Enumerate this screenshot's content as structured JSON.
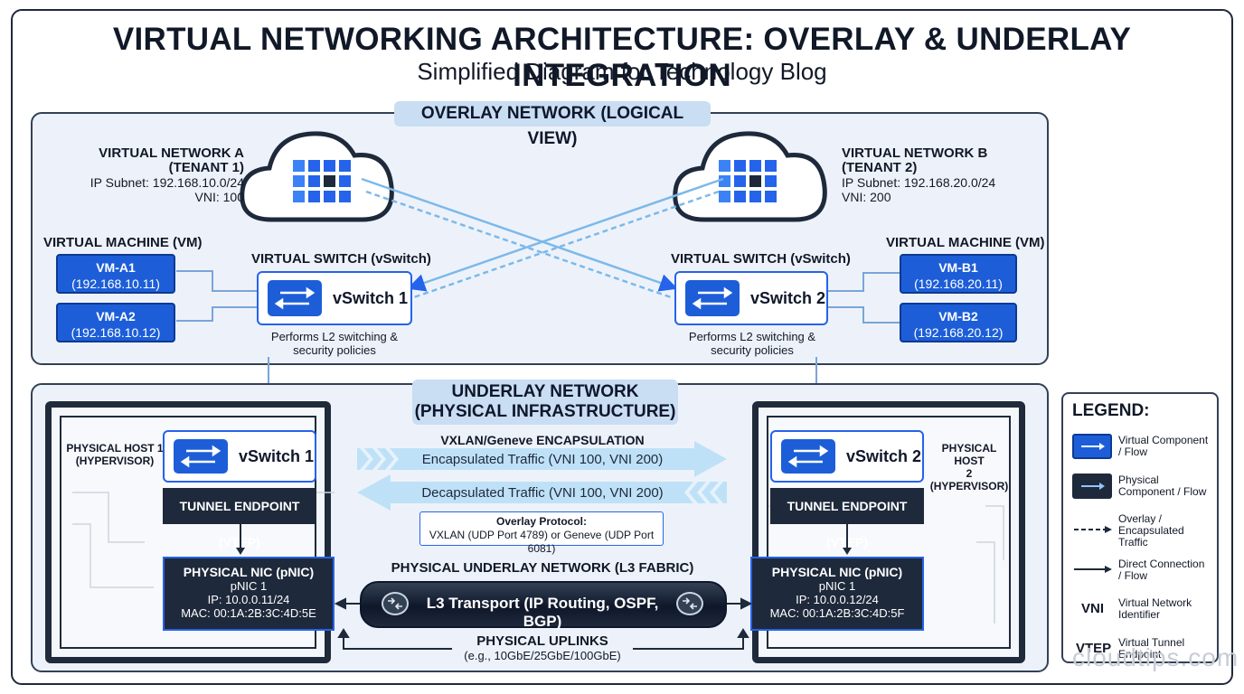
{
  "title": "VIRTUAL NETWORKING ARCHITECTURE: OVERLAY & UNDERLAY INTEGRATION",
  "subtitle": "Simplified Diagram for Technology Blog",
  "overlay": {
    "label": "OVERLAY NETWORK (LOGICAL VIEW)",
    "network_a": {
      "name": "VIRTUAL NETWORK A",
      "tenant": "(TENANT 1)",
      "subnet": "IP Subnet: 192.168.10.0/24",
      "vni": "VNI: 100"
    },
    "network_b": {
      "name": "VIRTUAL NETWORK B",
      "tenant": "(TENANT 2)",
      "subnet": "IP Subnet: 192.168.20.0/24",
      "vni": "VNI: 200"
    },
    "vm_label_left": "VIRTUAL MACHINE (VM)",
    "vm_label_right": "VIRTUAL MACHINE (VM)",
    "vms": [
      {
        "name": "VM-A1",
        "ip": "(192.168.10.11)"
      },
      {
        "name": "VM-A2",
        "ip": "(192.168.10.12)"
      },
      {
        "name": "VM-B1",
        "ip": "(192.168.20.11)"
      },
      {
        "name": "VM-B2",
        "ip": "(192.168.20.12)"
      }
    ],
    "vswitch_label": "VIRTUAL SWITCH (vSwitch)",
    "vswitch1": "vSwitch 1",
    "vswitch2": "vSwitch 2",
    "vswitch_desc_1": "Performs L2 switching &",
    "vswitch_desc_2": "security policies"
  },
  "underlay": {
    "label_1": "UNDERLAY NETWORK",
    "label_2": "(PHYSICAL INFRASTRUCTURE)",
    "host1": {
      "name_1": "PHYSICAL HOST 1",
      "name_2": "(HYPERVISOR)",
      "vswitch": "vSwitch 1",
      "vtep": "TUNNEL ENDPOINT (VTEP)",
      "nic_title": "PHYSICAL NIC (pNIC)",
      "nic_id": "pNIC 1",
      "ip": "IP: 10.0.0.11/24",
      "mac": "MAC: 00:1A:2B:3C:4D:5E"
    },
    "host2": {
      "name_1": "PHYSICAL HOST",
      "name_2": "2 (HYPERVISOR)",
      "vswitch": "vSwitch 2",
      "vtep": "TUNNEL ENDPOINT (VTEP)",
      "nic_title": "PHYSICAL NIC (pNIC)",
      "nic_id": "pNIC 1",
      "ip": "IP: 10.0.0.12/24",
      "mac": "MAC: 00:1A:2B:3C:4D:5F"
    },
    "encap_title": "VXLAN/Geneve ENCAPSULATION",
    "encap_traffic": "Encapsulated Traffic (VNI 100, VNI 200)",
    "decap_traffic": "Decapsulated Traffic (VNI 100, VNI 200)",
    "protocol_title": "Overlay Protocol:",
    "protocol_desc": "VXLAN (UDP Port 4789) or Geneve (UDP Port 6081)",
    "fabric_title": "PHYSICAL UNDERLAY NETWORK (L3 FABRIC)",
    "fabric_transport": "L3 Transport (IP Routing, OSPF, BGP)",
    "uplinks_title": "PHYSICAL UPLINKS",
    "uplinks_desc": "(e.g., 10GbE/25GbE/100GbE)"
  },
  "legend": {
    "title": "LEGEND:",
    "items": [
      {
        "line1": "Virtual Component",
        "line2": "/ Flow",
        "line3": ""
      },
      {
        "line1": "Physical",
        "line2": "Component / Flow",
        "line3": ""
      },
      {
        "line1": "Overlay /",
        "line2": "Encapsulated",
        "line3": "Traffic"
      },
      {
        "line1": "Direct Connection",
        "line2": "/ Flow",
        "line3": ""
      },
      {
        "line1": "Virtual Network",
        "line2": "Identifier",
        "line3": ""
      },
      {
        "line1": "Virtual Tunnel",
        "line2": "Endpoint",
        "line3": ""
      }
    ],
    "abbr_vni": "VNI",
    "abbr_vtep": "VTEP"
  },
  "watermark": "cloudtips.com",
  "colors": {
    "accent": "#1d5ed8",
    "dark": "#1e293b",
    "panel": "#edf2fa",
    "label_bg": "#c9ddf3",
    "flow": "#a7d4f5"
  }
}
